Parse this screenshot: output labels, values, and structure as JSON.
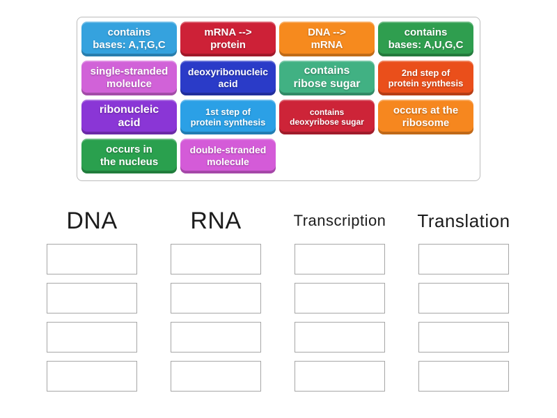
{
  "activity": {
    "kind": "group-sort",
    "background_color": "#ffffff",
    "tray_border_color": "#bcbcbc",
    "slot_border_color": "#a6a6a6",
    "header_text_color": "#1c1c1c"
  },
  "tray": {
    "tiles": [
      {
        "label": "contains\nbases: A,T,G,C",
        "color": "#35a2de",
        "font_size": 15
      },
      {
        "label": "mRNA -->\nprotein",
        "color": "#cd2137",
        "font_size": 15
      },
      {
        "label": "DNA -->\nmRNA",
        "color": "#f68a1e",
        "font_size": 15
      },
      {
        "label": "contains\nbases: A,U,G,C",
        "color": "#2f9e4f",
        "font_size": 15
      },
      {
        "label": "single-stranded\nmoleulce",
        "color": "#d162d8",
        "font_size": 15
      },
      {
        "label": "deoxyribonucleic\nacid",
        "color": "#2a3bc8",
        "font_size": 14
      },
      {
        "label": "contains\nribose sugar",
        "color": "#41b183",
        "font_size": 16
      },
      {
        "label": "2nd step of\nprotein synthesis",
        "color": "#ea4f1b",
        "font_size": 13
      },
      {
        "label": "ribonucleic\nacid",
        "color": "#8a36d6",
        "font_size": 16
      },
      {
        "label": "1st step of\nprotein synthesis",
        "color": "#2ba0e6",
        "font_size": 13
      },
      {
        "label": "contains\ndeoxyribose sugar",
        "color": "#cd2438",
        "font_size": 12
      },
      {
        "label": "occurs at the\nribosome",
        "color": "#f6871f",
        "font_size": 15
      },
      {
        "label": "occurs in\nthe nucleus",
        "color": "#2aa04e",
        "font_size": 15
      },
      {
        "label": "double-stranded\nmolecule",
        "color": "#d45bd8",
        "font_size": 14
      }
    ]
  },
  "groups": [
    {
      "label": "DNA",
      "font_size": 34,
      "slot_count": 4
    },
    {
      "label": "RNA",
      "font_size": 34,
      "slot_count": 4
    },
    {
      "label": "Transcription",
      "font_size": 22,
      "slot_count": 4
    },
    {
      "label": "Translation",
      "font_size": 26,
      "slot_count": 4
    }
  ]
}
